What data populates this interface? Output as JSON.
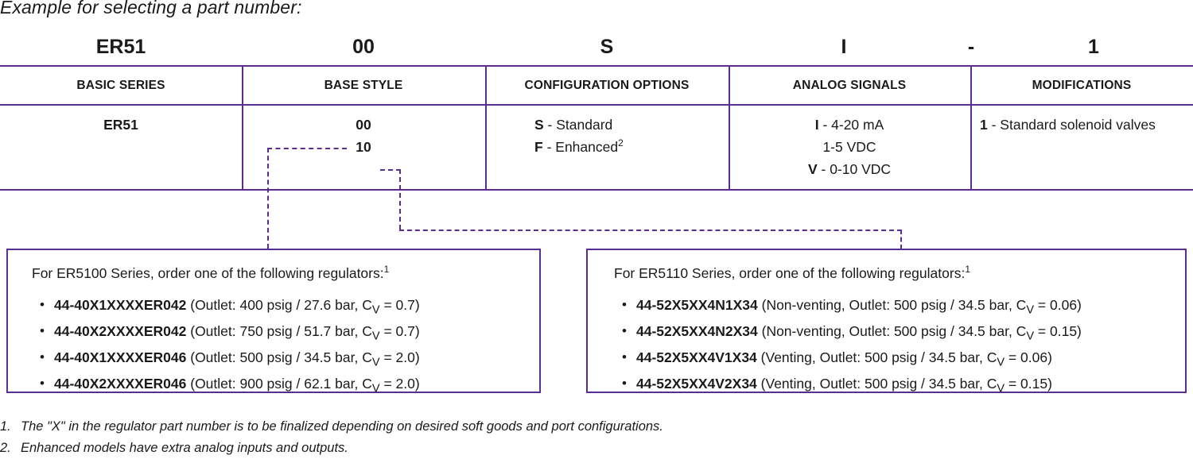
{
  "document": {
    "title": "Example for selecting a part number:"
  },
  "part_number_example": {
    "segments": [
      {
        "name": "basic-series",
        "value": "ER51"
      },
      {
        "name": "base-style",
        "value": "00"
      },
      {
        "name": "configuration-options",
        "value": "S"
      },
      {
        "name": "analog-signals",
        "value": "I"
      },
      {
        "name": "separator",
        "value": "-"
      },
      {
        "name": "modifications",
        "value": "1"
      }
    ]
  },
  "table": {
    "headers": [
      "BASIC SERIES",
      "BASE STYLE",
      "CONFIGURATION OPTIONS",
      "ANALOG SIGNALS",
      "MODIFICATIONS"
    ],
    "basic_series": {
      "options": [
        "ER51"
      ]
    },
    "base_style": {
      "options": [
        "00",
        "10"
      ]
    },
    "configuration_options": {
      "options": [
        {
          "code": "S",
          "dash": " - ",
          "label": "Standard",
          "sup": ""
        },
        {
          "code": "F",
          "dash": " - ",
          "label": "Enhanced",
          "sup": "2"
        }
      ]
    },
    "analog_signals": {
      "options": [
        {
          "code": "I",
          "dash": " - ",
          "label": "4-20 mA"
        },
        {
          "code": "",
          "dash": "",
          "label": "1-5 VDC"
        },
        {
          "code": "V",
          "dash": " - ",
          "label": "0-10 VDC"
        }
      ]
    },
    "modifications": {
      "options": [
        {
          "code": "1",
          "dash": " - ",
          "label": "Standard solenoid valves"
        }
      ]
    }
  },
  "callouts": {
    "left": {
      "title": "For ER5100 Series, order one of the following regulators:",
      "title_sup": "1",
      "items": [
        {
          "part": "44-40X1XXXXER042",
          "detail_pre": " (Outlet: 400 psig / 27.6 bar, C",
          "cv_sub": "V",
          "detail_post": " = 0.7)"
        },
        {
          "part": "44-40X2XXXXER042",
          "detail_pre": " (Outlet: 750 psig / 51.7 bar, C",
          "cv_sub": "V",
          "detail_post": " = 0.7)"
        },
        {
          "part": "44-40X1XXXXER046",
          "detail_pre": " (Outlet: 500 psig / 34.5 bar, C",
          "cv_sub": "V",
          "detail_post": " = 2.0)"
        },
        {
          "part": "44-40X2XXXXER046",
          "detail_pre": " (Outlet: 900 psig / 62.1 bar, C",
          "cv_sub": "V",
          "detail_post": " = 2.0)"
        }
      ]
    },
    "right": {
      "title": "For ER5110 Series, order one of the following regulators:",
      "title_sup": "1",
      "items": [
        {
          "part": "44-52X5XX4N1X34",
          "detail_pre": " (Non-venting, Outlet: 500 psig / 34.5 bar, C",
          "cv_sub": "V",
          "detail_post": " = 0.06)"
        },
        {
          "part": "44-52X5XX4N2X34",
          "detail_pre": " (Non-venting, Outlet: 500 psig / 34.5 bar, C",
          "cv_sub": "V",
          "detail_post": " = 0.15)"
        },
        {
          "part": "44-52X5XX4V1X34",
          "detail_pre": " (Venting, Outlet: 500 psig / 34.5 bar, C",
          "cv_sub": "V",
          "detail_post": " = 0.06)"
        },
        {
          "part": "44-52X5XX4V2X34",
          "detail_pre": " (Venting, Outlet: 500 psig / 34.5 bar, C",
          "cv_sub": "V",
          "detail_post": " = 0.15)"
        }
      ]
    }
  },
  "footnotes": [
    {
      "num": "1.",
      "text": "The \"X\" in the regulator part number is to be finalized depending on desired soft goods and port configurations."
    },
    {
      "num": "2.",
      "text": "Enhanced models have extra analog inputs and outputs."
    }
  ],
  "colors": {
    "rule": "#5B2D90",
    "text": "#1a1a1a"
  }
}
